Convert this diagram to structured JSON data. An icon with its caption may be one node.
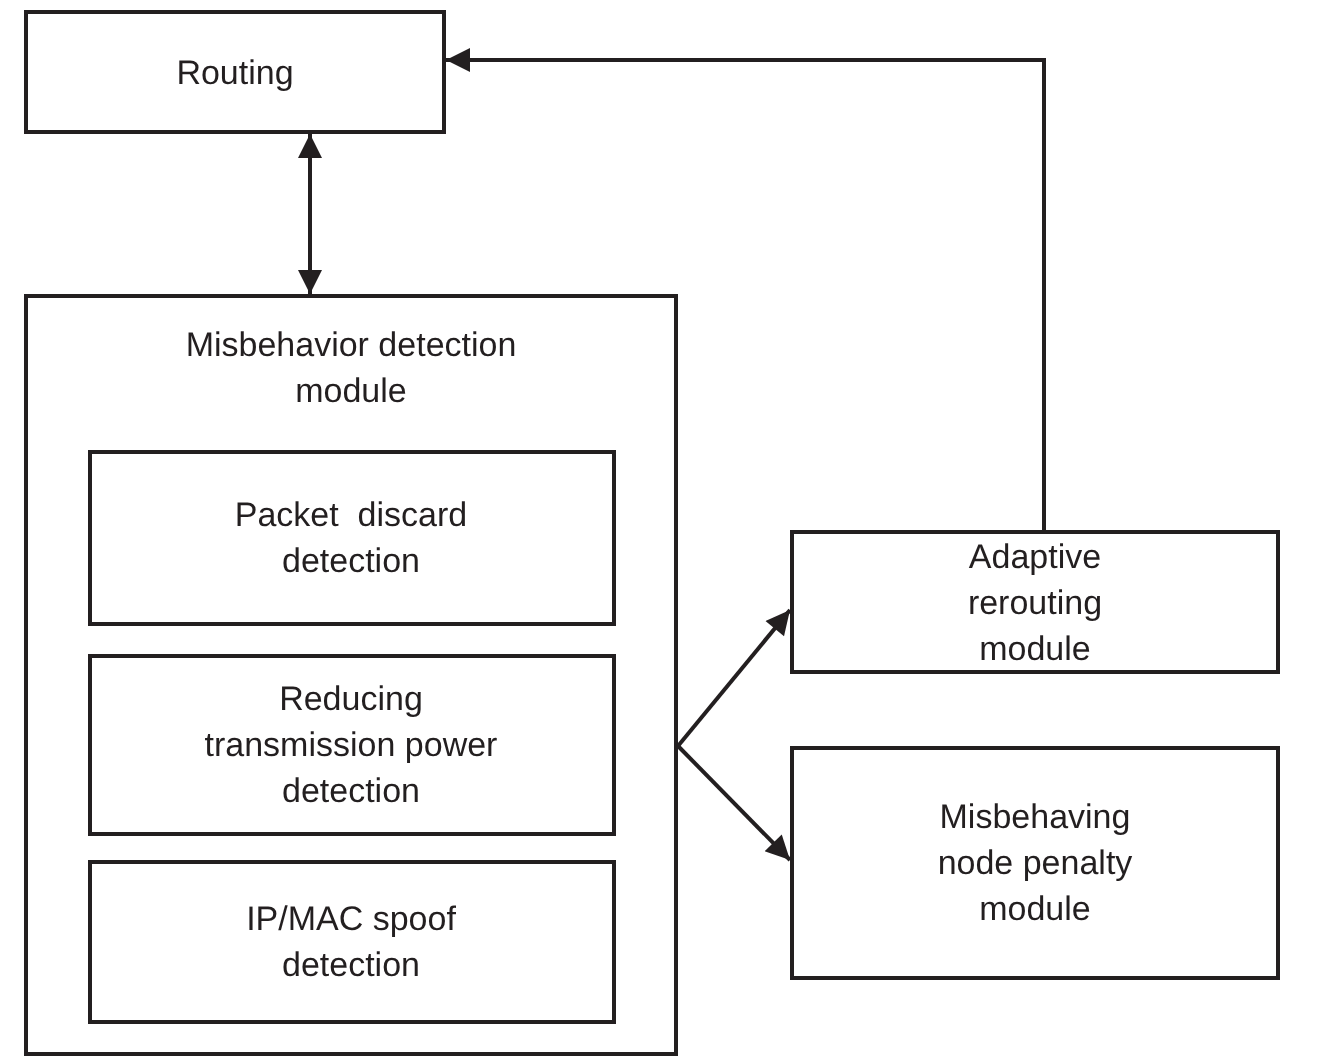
{
  "diagram": {
    "nodes": [
      {
        "text": [
          "Routing"
        ]
      },
      {
        "text": [
          "Misbehavior detection module"
        ]
      },
      {
        "text": [
          "Packet  discard detection"
        ],
        "in": 1
      },
      {
        "text": [
          "Reducing transmission power detection"
        ],
        "in": 1
      },
      {
        "text": [
          "IP/MAC spoof detection"
        ],
        "in": 1
      },
      {
        "text": [
          "Adaptive rerouting module"
        ]
      },
      {
        "text": [
          "Misbehaving node penalty module"
        ]
      }
    ],
    "edges": [
      {
        "from": 0,
        "to": 1,
        "arrow": "both"
      },
      {
        "from": 5,
        "to": 0,
        "arrow": "to"
      },
      {
        "from": 1,
        "to": 5,
        "arrow": "to"
      },
      {
        "from": 1,
        "to": 6,
        "arrow": "to"
      }
    ]
  }
}
